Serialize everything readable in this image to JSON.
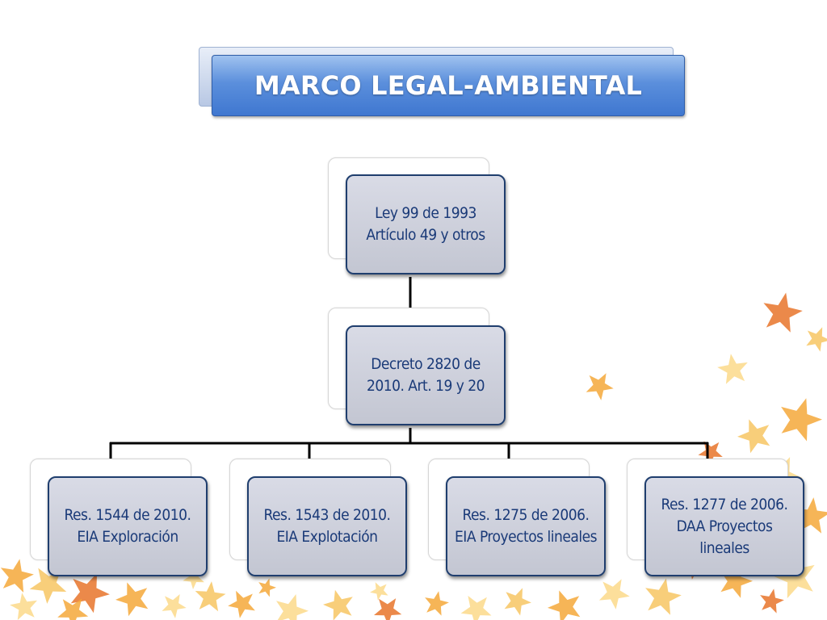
{
  "title": "MARCO LEGAL-AMBIENTAL",
  "colors": {
    "title_gradient": [
      "#9fc2ef",
      "#3f77d0"
    ],
    "node_border": "#1f3e6e",
    "node_text": "#1a3a78",
    "connector": "#000000",
    "leaf_colors": [
      "#f4a83a",
      "#f7c663",
      "#e8742a",
      "#fbd98a"
    ]
  },
  "nodes": {
    "root": {
      "lines": [
        "Ley 99 de 1993",
        "Artículo 49 y otros"
      ]
    },
    "decree": {
      "lines": [
        "Decreto 2820 de",
        "2010. Art. 19 y 20"
      ]
    },
    "children": [
      {
        "lines": [
          "Res. 1544 de 2010.",
          "EIA Exploración"
        ]
      },
      {
        "lines": [
          "Res. 1543 de 2010.",
          "EIA Explotación"
        ]
      },
      {
        "lines": [
          "Res. 1275 de 2006.",
          "EIA Proyectos lineales"
        ]
      },
      {
        "lines": [
          "Res. 1277 de 2006.",
          "DAA Proyectos",
          "lineales"
        ]
      }
    ]
  },
  "decoration": {
    "icon": "autumn-leaves"
  }
}
